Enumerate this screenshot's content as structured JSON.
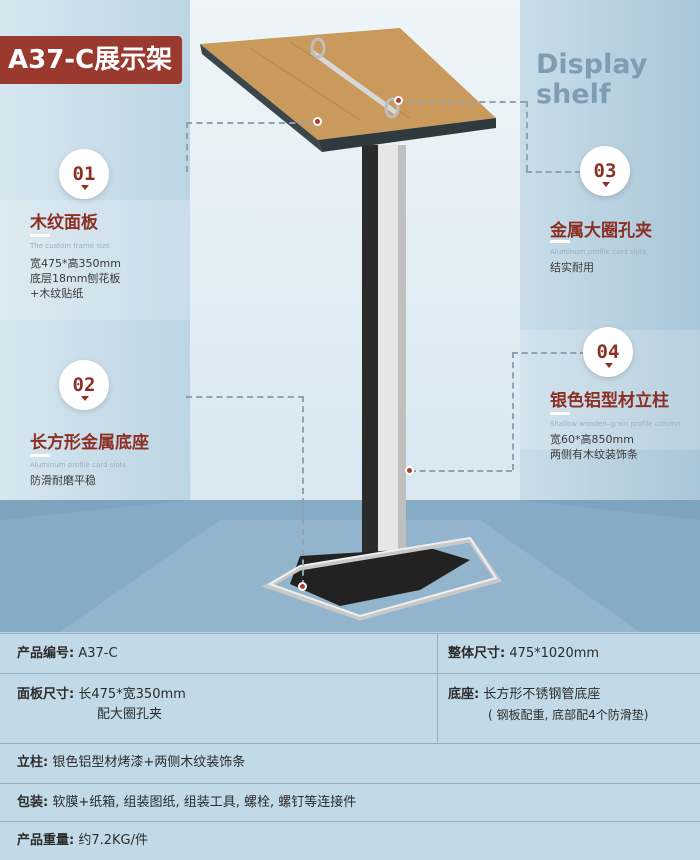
{
  "header": {
    "model_badge": "A37-C展示架",
    "english_title_1": "Display",
    "english_title_2": "shelf"
  },
  "features": [
    {
      "number": "01",
      "title": "木纹面板",
      "english": "The custom frame size",
      "desc": [
        "宽475*高350mm",
        "底层18mm刨花板",
        "+木纹贴纸"
      ]
    },
    {
      "number": "02",
      "title": "长方形金属底座",
      "english": "Aluminum profile card slots",
      "desc": [
        "防滑耐磨平稳"
      ]
    },
    {
      "number": "03",
      "title": "金属大圈孔夹",
      "english": "Aluminum profile card slots",
      "desc": [
        "结实耐用"
      ]
    },
    {
      "number": "04",
      "title": "银色铝型材立柱",
      "english": "Shallow wooden–grain profile column",
      "desc": [
        "宽60*高850mm",
        "两侧有木纹装饰条"
      ]
    }
  ],
  "specs": {
    "product_code_label": "产品编号:",
    "product_code_value": "A37-C",
    "overall_size_label": "整体尺寸:",
    "overall_size_value": "475*1020mm",
    "panel_size_label": "面板尺寸:",
    "panel_size_value_1": "长475*宽350mm",
    "panel_size_value_2": "配大圈孔夹",
    "base_label": "底座:",
    "base_value_1": "长方形不锈钢管底座",
    "base_value_2": "( 钢板配重, 底部配4个防滑垫)",
    "column_label": "立柱:",
    "column_value": "银色铝型材烤漆+两侧木纹装饰条",
    "packing_label": "包装:",
    "packing_value": "软膜+纸箱, 组装图纸, 组装工具, 螺栓, 螺钉等连接件",
    "weight_label": "产品重量:",
    "weight_value": "约7.2KG/件"
  }
}
